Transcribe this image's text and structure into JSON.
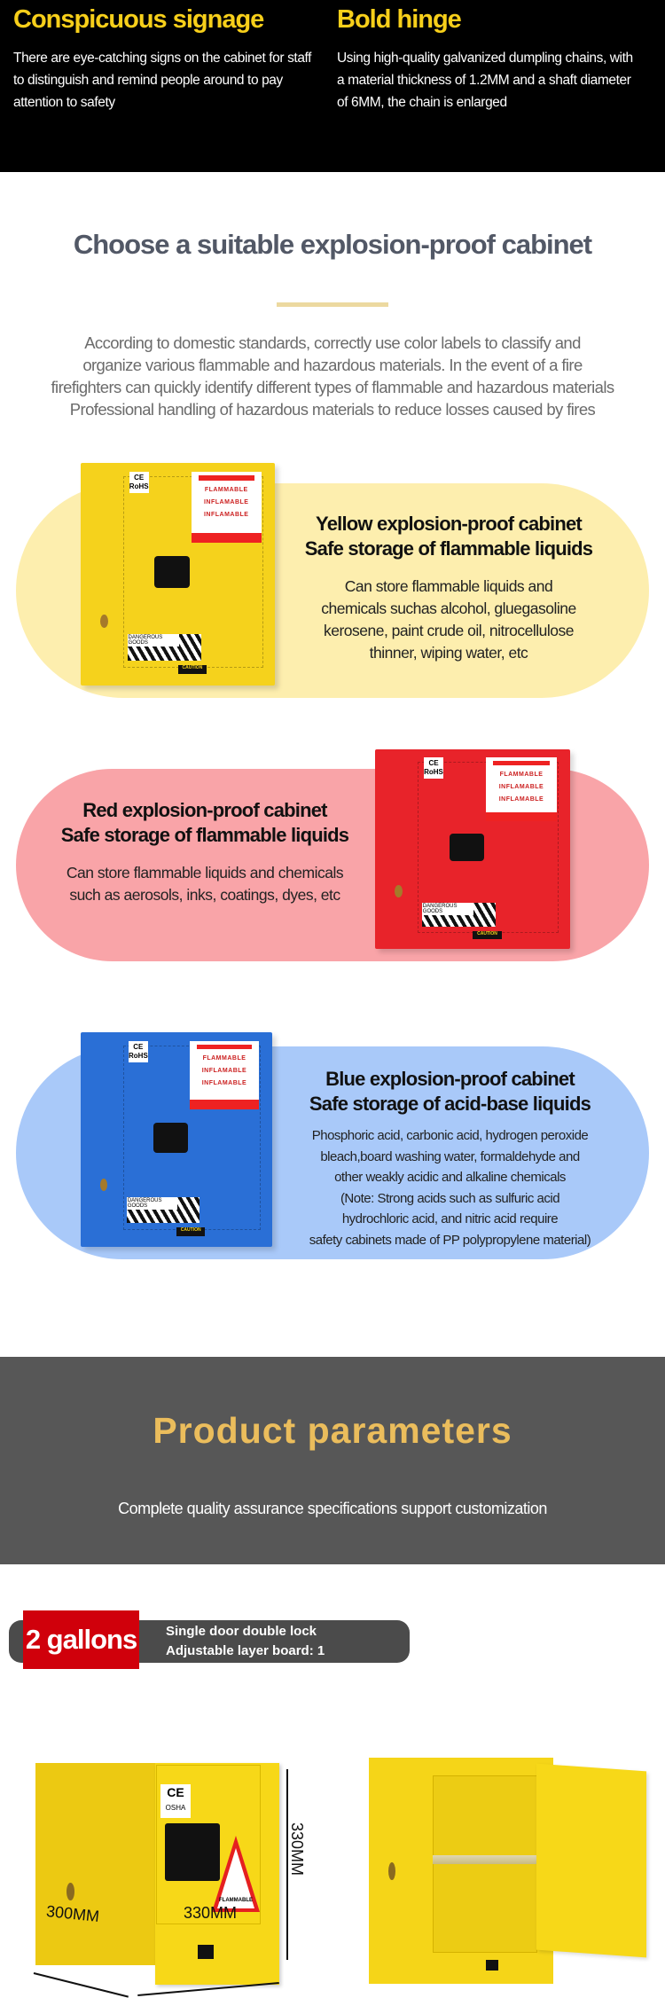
{
  "features": [
    {
      "title": "Conspicuous signage",
      "lines": [
        "There are eye-catching signs on the cabinet for staff",
        "to distinguish and remind people around to pay",
        "attention to safety"
      ]
    },
    {
      "title": "Bold hinge",
      "lines": [
        "Using high-quality galvanized dumpling chains, with",
        "a material thickness of 1.2MM and a shaft diameter",
        "of 6MM, the chain is enlarged"
      ]
    }
  ],
  "choose": {
    "title": "Choose a suitable explosion-proof cabinet",
    "lines": [
      "According to domestic standards, correctly use color labels to classify and",
      "organize various flammable and hazardous materials. In the event of a fire",
      "firefighters can quickly identify different types of flammable and hazardous materials",
      "Professional handling of hazardous materials to reduce losses caused by fires"
    ]
  },
  "cabinet_labels": {
    "ce": "CE",
    "rohs": "RoHS",
    "lines": [
      "FLAMMABLE",
      "INFLAMABLE",
      "INFLAMABLE"
    ],
    "dangerous": "DANGEROUS GOODS",
    "caution": "CAUTION",
    "osha": "OSHA",
    "flammable_sign": "FLAMMABLE"
  },
  "cabinets": [
    {
      "color": "#f5d21c",
      "pill": "#fdeeae",
      "h1": "Yellow explosion-proof cabinet",
      "h2": "Safe storage of flammable liquids",
      "body": [
        "Can store flammable liquids and",
        "chemicals suchas alcohol, gluegasoline",
        "kerosene, paint crude oil, nitrocellulose",
        "thinner, wiping water, etc"
      ]
    },
    {
      "color": "#e8232a",
      "pill": "#f9a4a8",
      "h1": "Red explosion-proof cabinet",
      "h2": "Safe storage of flammable liquids",
      "body": [
        "Can store flammable liquids and chemicals",
        "such as aerosols, inks, coatings, dyes, etc"
      ]
    },
    {
      "color": "#2a6fd6",
      "pill": "#a9c9f9",
      "h1": "Blue explosion-proof cabinet",
      "h2": "Safe storage of acid-base liquids",
      "body": [
        "Phosphoric acid, carbonic acid, hydrogen peroxide",
        "bleach,board washing water, formaldehyde and",
        "other weakly acidic and alkaline chemicals",
        "(Note: Strong acids such as sulfuric acid",
        "hydrochloric acid, and nitric acid require",
        "safety cabinets made of PP polypropylene material)"
      ]
    }
  ],
  "params": {
    "title": "Product parameters",
    "subtitle": "Complete quality assurance specifications support customization",
    "capacity": "2 gallons",
    "spec1": "Single door double lock",
    "spec2": "Adjustable layer board: 1",
    "height": "330MM",
    "depth": "300MM",
    "width": "330MM"
  }
}
